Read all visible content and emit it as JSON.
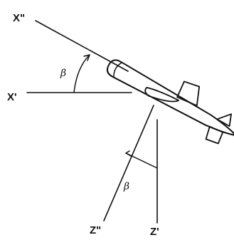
{
  "labels": {
    "x_double_prime": "X\"",
    "x_prime": "X'",
    "z_double_prime": "Z\"",
    "z_prime": "Z'",
    "beta_upper": "β",
    "beta_lower": "β"
  }
}
